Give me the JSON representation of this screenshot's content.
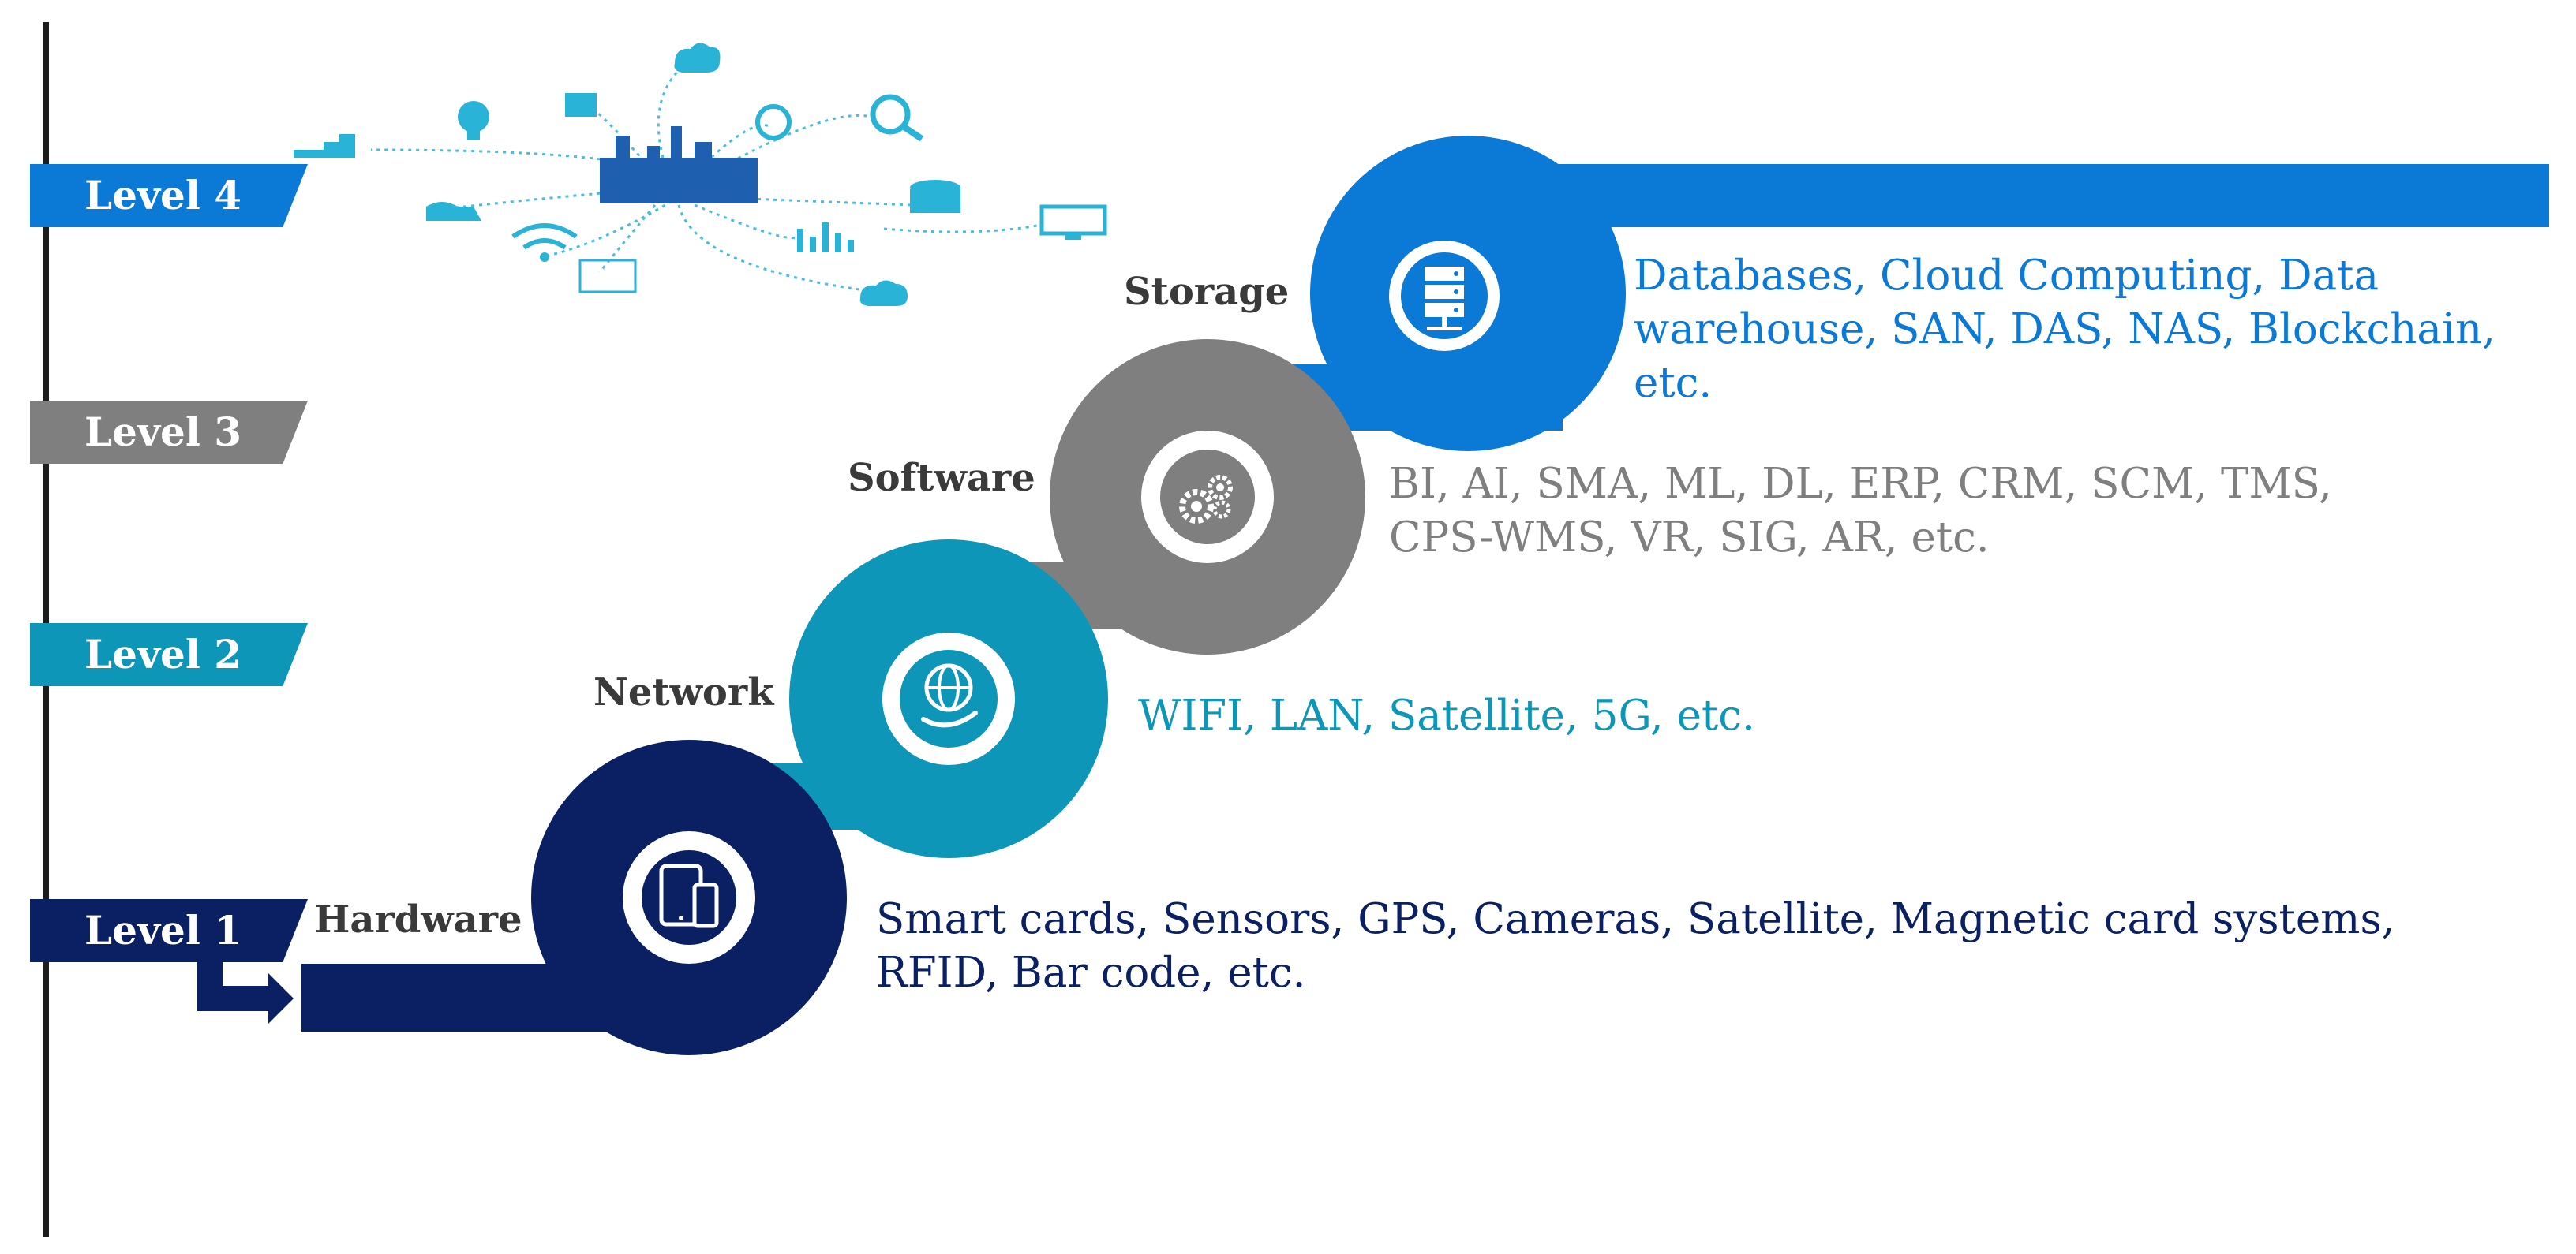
{
  "levels": [
    {
      "label": "Level 4",
      "color": "#0a7ad6"
    },
    {
      "label": "Level 3",
      "color": "#7f7f7f"
    },
    {
      "label": "Level 2",
      "color": "#0e96b8"
    },
    {
      "label": "Level 1",
      "color": "#0b1f63"
    }
  ],
  "steps": {
    "storage": {
      "label": "Storage",
      "icon": "server-icon",
      "color": "#0a7ad6",
      "description_lines": [
        "Databases, Cloud Computing, Data",
        "warehouse, SAN, DAS, NAS, Blockchain,",
        "etc."
      ]
    },
    "software": {
      "label": "Software",
      "icon": "gears-icon",
      "color": "#7f7f7f",
      "description_lines": [
        "BI, AI, SMA, ML, DL, ERP, CRM, SCM, TMS,",
        "CPS-WMS, VR, SIG, AR, etc."
      ]
    },
    "network": {
      "label": "Network",
      "icon": "globe-hand-icon",
      "color": "#0e96b8",
      "description_lines": [
        "WIFI, LAN, Satellite, 5G, etc."
      ]
    },
    "hardware": {
      "label": "Hardware",
      "icon": "tablet-phone-icon",
      "color": "#0b1f63",
      "description_lines": [
        "Smart cards, Sensors, GPS, Cameras, Satellite, Magnetic card systems,",
        "RFID, Bar code, etc."
      ]
    }
  },
  "illustration": {
    "icon": "smart-industry-network-icon",
    "color": "#29b3d6"
  }
}
